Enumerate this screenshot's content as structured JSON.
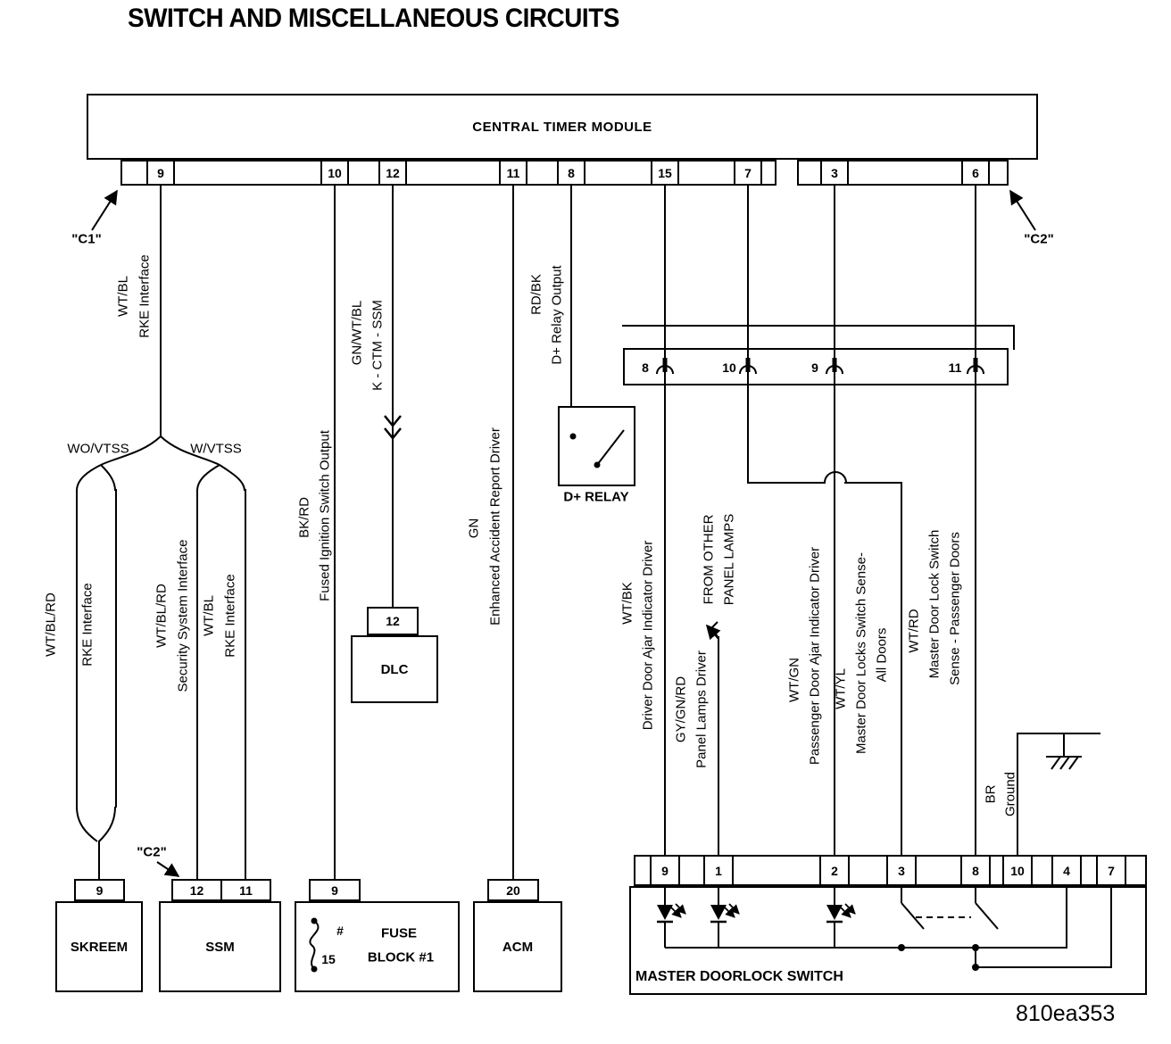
{
  "title": "SWITCH AND MISCELLANEOUS CIRCUITS",
  "code": "810ea353",
  "ctm": {
    "label": "CENTRAL TIMER MODULE",
    "c1": "\"C1\"",
    "c2": "\"C2\"",
    "pins_left": [
      "9",
      "10",
      "12",
      "11",
      "8",
      "15",
      "7"
    ],
    "pins_right": [
      "3",
      "6"
    ]
  },
  "conn2": {
    "pins": [
      "8",
      "10",
      "9",
      "11"
    ]
  },
  "labels": {
    "w9_color": "WT/BL",
    "w9_name": "RKE Interface",
    "wo_vtss": "WO/VTSS",
    "w_vtss": "W/VTSS",
    "skreem_color": "WT/BL/RD",
    "skreem_name": "RKE Interface",
    "ssm1_color": "WT/BL/RD",
    "ssm1_name": "Security System Interface",
    "ssm2_color": "WT/BL",
    "ssm2_name": "RKE Interface",
    "w10_color": "BK/RD",
    "w10_name": "Fused Ignition Switch Output",
    "w12_color": "GN/WT/BL",
    "w12_name": "K - CTM - SSM",
    "w11_color": "GN",
    "w11_name": "Enhanced Accident Report Driver",
    "w8_color": "RD/BK",
    "w8_name": "D+ Relay Output",
    "w15_color": "WT/BK",
    "w15_name": "Driver Door Ajar Indicator Driver",
    "panel_color": "GY/GN/RD",
    "panel_name": "Panel Lamps Driver",
    "panel_from1": "FROM OTHER",
    "panel_from2": "PANEL LAMPS",
    "pass_color": "WT/GN",
    "pass_name": "Passenger Door Ajar Indicator Driver",
    "lockall_color": "WT/YL",
    "lockall_name1": "Master Door Locks Switch Sense-",
    "lockall_name2": "All Doors",
    "lockpass_color": "WT/RD",
    "lockpass_name1": "Master Door Lock Switch",
    "lockpass_name2": "Sense - Passenger Doors",
    "gnd_color": "BR",
    "gnd_name": "Ground"
  },
  "relay": {
    "label": "D+ RELAY"
  },
  "dlc": {
    "pin": "12",
    "label": "DLC"
  },
  "skreem": {
    "label": "SKREEM",
    "pin": "9"
  },
  "ssm": {
    "label": "SSM",
    "pins": [
      "12",
      "11"
    ],
    "c2": "\"C2\""
  },
  "fuse": {
    "line1": "FUSE",
    "line2": "BLOCK #1",
    "hash": "#",
    "amp": "15",
    "pin": "9"
  },
  "acm": {
    "label": "ACM",
    "pin": "20"
  },
  "mds": {
    "label": "MASTER DOORLOCK SWITCH",
    "pins": [
      "9",
      "1",
      "2",
      "3",
      "8",
      "10",
      "4",
      "7"
    ]
  }
}
